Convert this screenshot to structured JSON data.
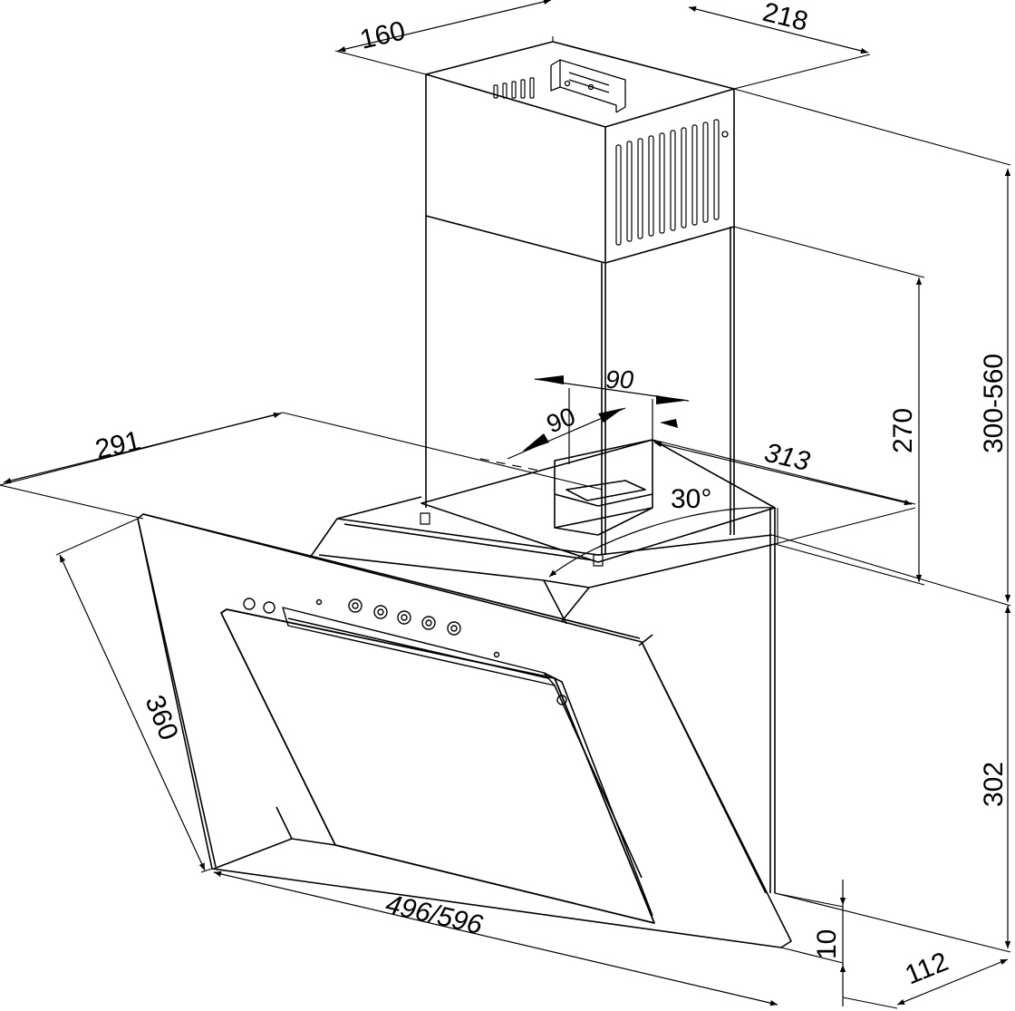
{
  "figure": {
    "subject": "vertical glass chimney cooker hood dimension drawing",
    "line_color": "#000000",
    "background": "#ffffff"
  },
  "dimensions": {
    "chimney_depth": "160",
    "chimney_width": "218",
    "total_height_range": "300-560",
    "inner_height": "270",
    "hood_body_depth": "291",
    "hood_body_width": "313",
    "outlet_width": "90",
    "outlet_depth": "90",
    "tilt_angle": "30°",
    "panel_height": "360",
    "hood_width": "496/596",
    "body_height": "302",
    "bottom_thickness": "10",
    "bottom_depth": "112"
  }
}
